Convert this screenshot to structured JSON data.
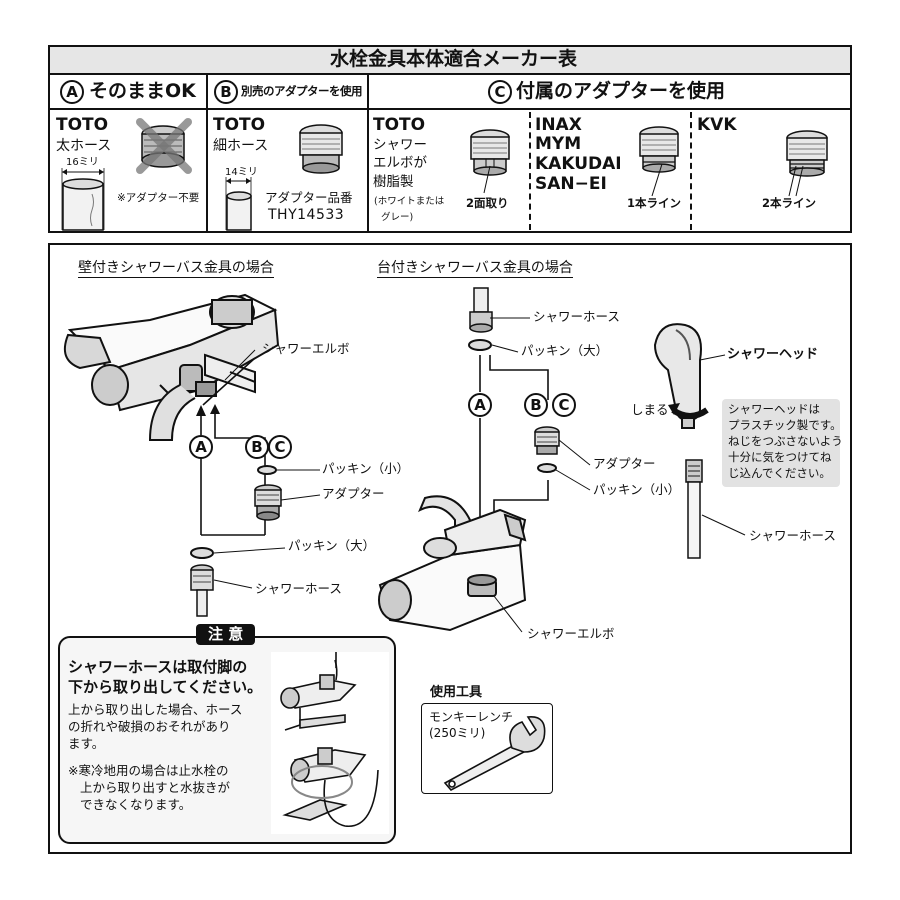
{
  "top_table": {
    "title": "水栓金具本体適合メーカー表",
    "col_a": {
      "badge": "A",
      "label": "そのままOK"
    },
    "col_b": {
      "badge": "B",
      "label": "別売のアダプターを使用"
    },
    "col_c": {
      "badge": "C",
      "label": "付属のアダプターを使用"
    },
    "cell_a": {
      "brand": "TOTO",
      "hose": "太ホース",
      "dim": "16ミリ",
      "note": "※アダプター不要"
    },
    "cell_b": {
      "brand": "TOTO",
      "hose": "細ホース",
      "dim": "14ミリ",
      "part_label": "アダプター品番",
      "part_no": "THY14533"
    },
    "cell_c1": {
      "brand": "TOTO",
      "lines": [
        "シャワー",
        "エルボが",
        "樹脂製"
      ],
      "sub": [
        "(ホワイトまたは",
        "グレー)"
      ],
      "mark": "2面取り"
    },
    "cell_c2": {
      "brands": [
        "INAX",
        "MYM",
        "KAKUDAI",
        "SAN−EI"
      ],
      "mark": "1本ライン"
    },
    "cell_c3": {
      "brand": "KVK",
      "mark": "2本ライン"
    }
  },
  "wall": {
    "title": "壁付きシャワーバス金具の場合",
    "elbow": "シャワーエルボ",
    "badge_a": "A",
    "badge_b": "B",
    "badge_c": "C",
    "packing_small": "パッキン（小）",
    "adapter": "アダプター",
    "packing_large": "パッキン（大）",
    "hose": "シャワーホース"
  },
  "deck": {
    "title": "台付きシャワーバス金具の場合",
    "hose": "シャワーホース",
    "packing_large": "パッキン（大）",
    "badge_a": "A",
    "badge_b": "B",
    "badge_c": "C",
    "adapter": "アダプター",
    "packing_small": "パッキン（小）",
    "elbow": "シャワーエルボ"
  },
  "head": {
    "label": "シャワーヘッド",
    "tighten": "しまる",
    "note": [
      "シャワーヘッドは",
      "プラスチック製です。",
      "ねじをつぶさないよう",
      "十分に気をつけてね",
      "じ込んでください。"
    ],
    "hose": "シャワーホース"
  },
  "caution": {
    "tag": "注 意",
    "heading": [
      "シャワーホースは取付脚の",
      "下から取り出してください。"
    ],
    "body": [
      "上から取り出した場合、ホース",
      "の折れや破損のおそれがあり",
      "ます。"
    ],
    "note": [
      "※寒冷地用の場合は止水栓の",
      "上から取り出すと水抜きが",
      "できなくなります。"
    ]
  },
  "tools": {
    "title": "使用工具",
    "name": "モンキーレンチ",
    "size": "(250ミリ)"
  }
}
